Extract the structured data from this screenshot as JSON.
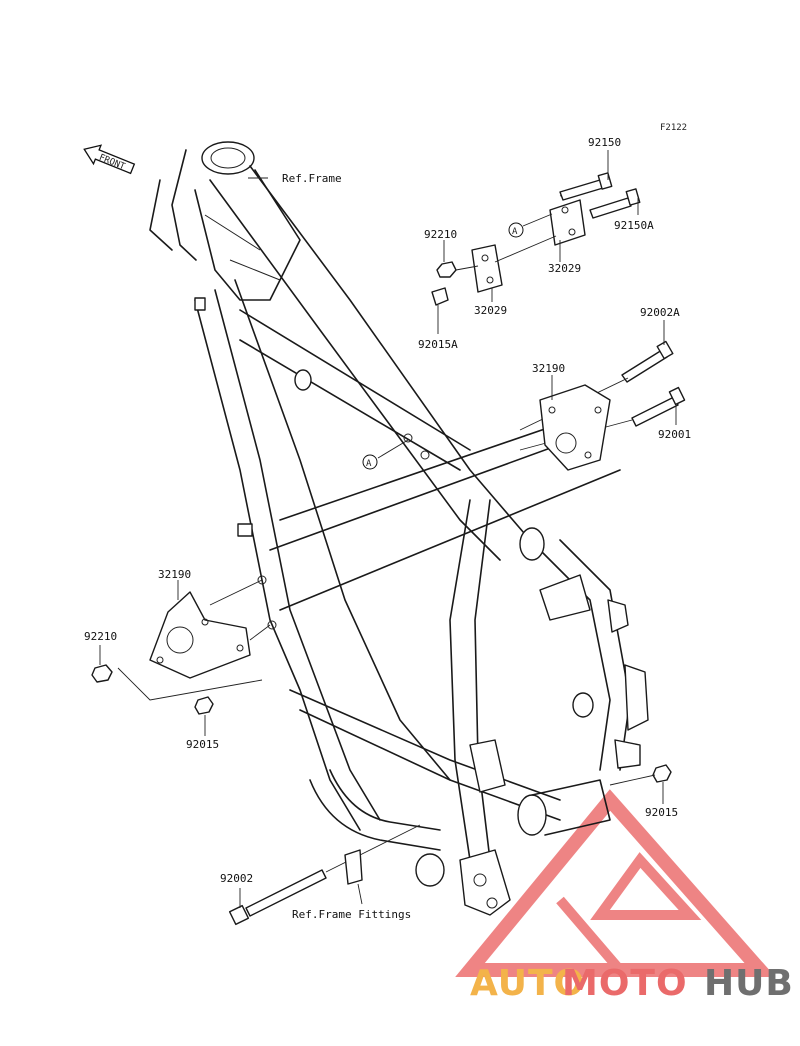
{
  "diagram": {
    "figure_code": "F2122",
    "front_label": "FRONT",
    "callout_letter": "A",
    "refs": {
      "frame": "Ref.Frame",
      "frame_fittings": "Ref.Frame Fittings"
    },
    "parts": {
      "p92150": "92150",
      "p92150A": "92150A",
      "p92210_top": "92210",
      "p32029_a": "32029",
      "p32029_b": "32029",
      "p92015A": "92015A",
      "p92002A": "92002A",
      "p32190_right": "32190",
      "p92001": "92001",
      "p32190_left": "32190",
      "p92210_left": "92210",
      "p92015_left": "92015",
      "p92015_right": "92015",
      "p92002": "92002"
    }
  },
  "watermark": {
    "part1": "AUTO",
    "part2": "MOTO",
    "part3": "HUB",
    "colors": {
      "orange": "#f3b34a",
      "red": "#ea6a6a",
      "gray": "#6f6f6f"
    }
  }
}
